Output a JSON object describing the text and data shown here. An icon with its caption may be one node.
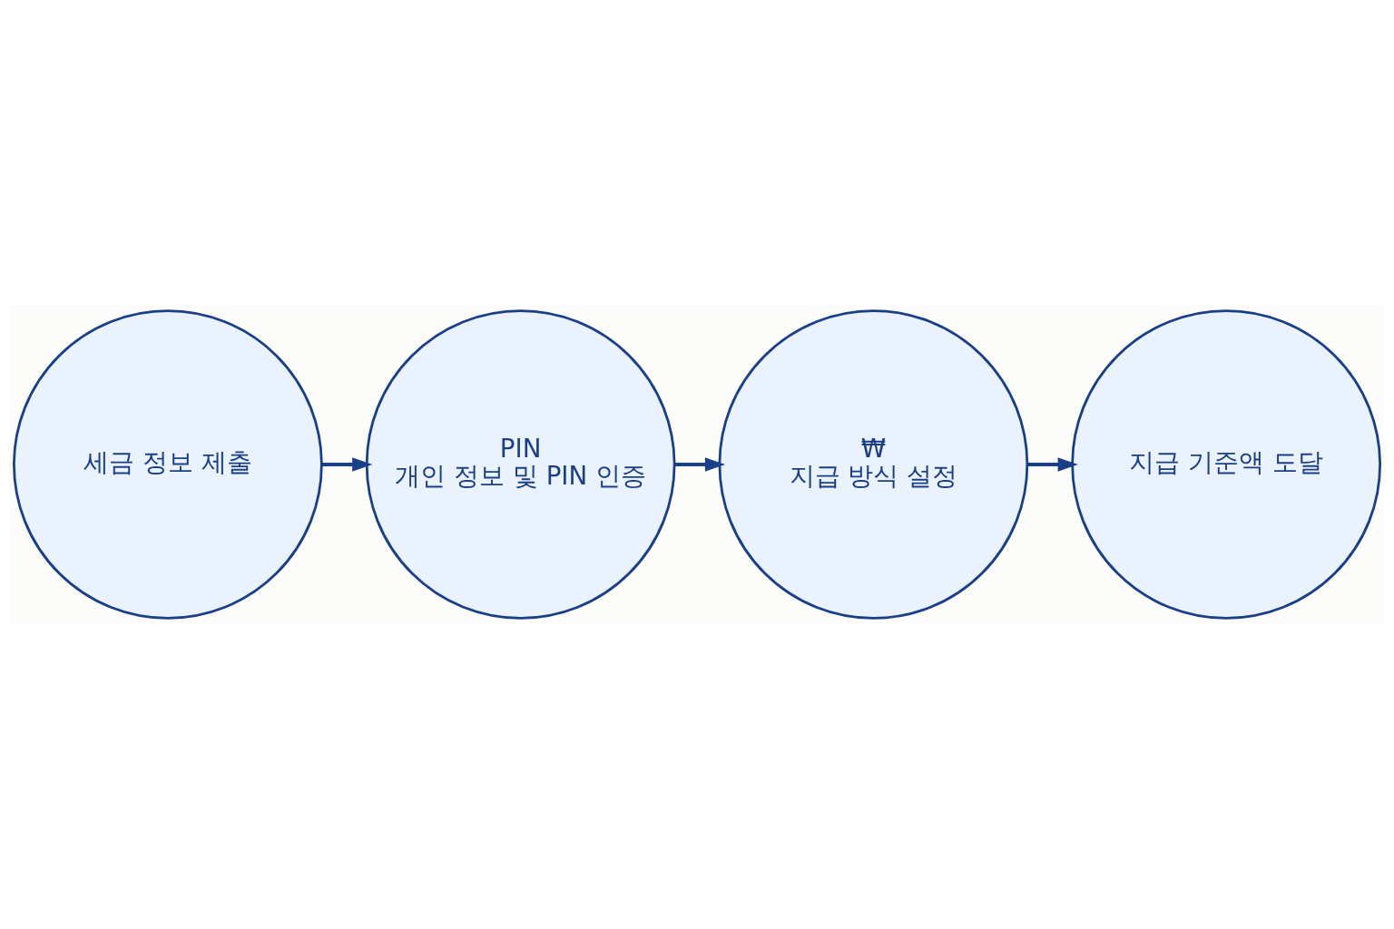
{
  "diagram": {
    "nodes": [
      {
        "text": [
          "세금 정보 제출"
        ]
      },
      {
        "text": [
          "PIN",
          "개인 정보 및 PIN 인증"
        ]
      },
      {
        "text": [
          "₩",
          "지급 방식 설정"
        ]
      },
      {
        "text": [
          "지급 기준액 도달"
        ]
      }
    ],
    "edges": [
      {
        "from": 0,
        "to": 1,
        "arrow": "to"
      },
      {
        "from": 1,
        "to": 2,
        "arrow": "to"
      },
      {
        "from": 2,
        "to": 3,
        "arrow": "to"
      }
    ]
  }
}
